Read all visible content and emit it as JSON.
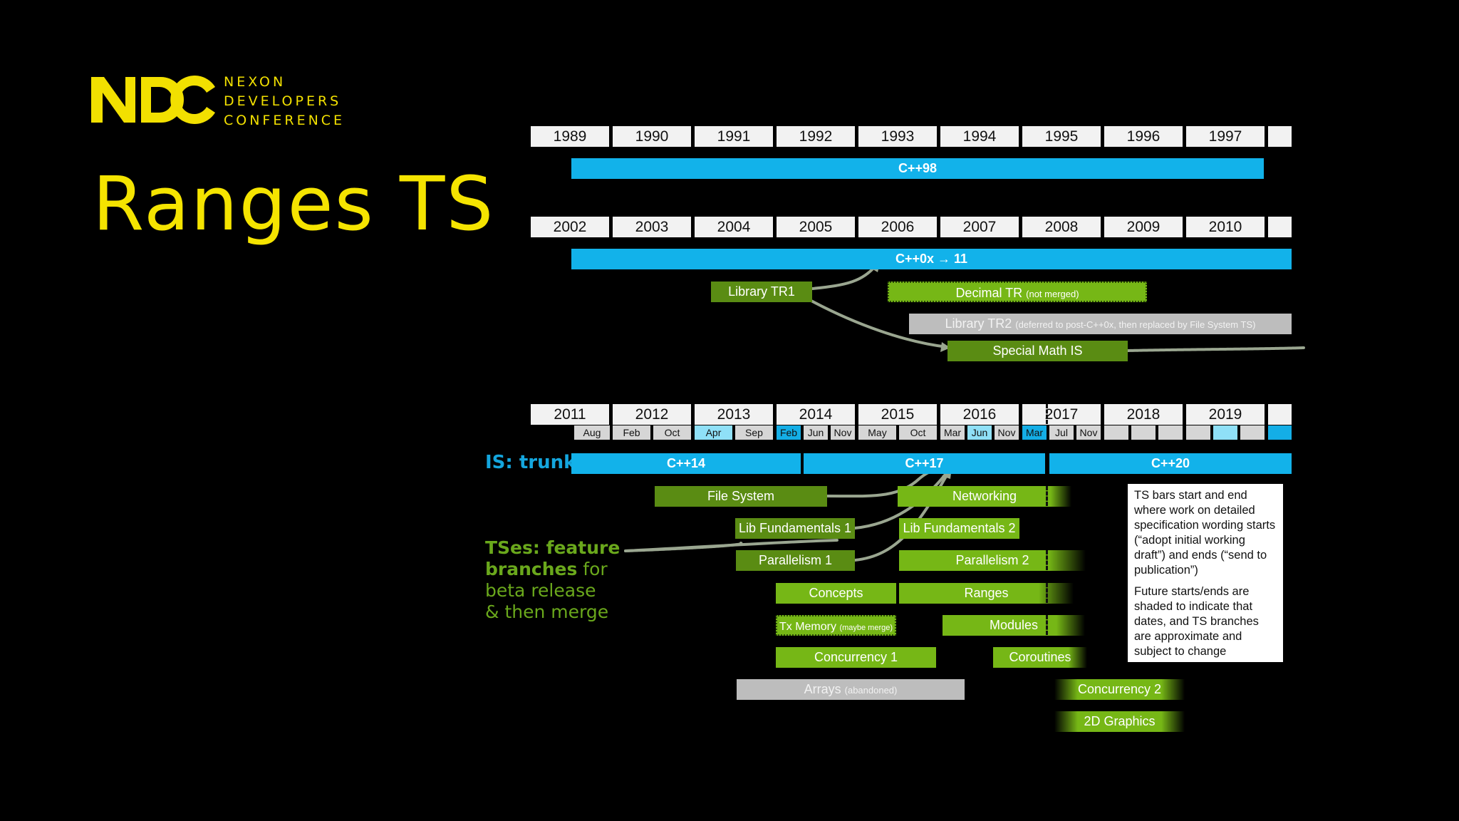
{
  "logo": {
    "mark": "NDC",
    "words": [
      "NEXON",
      "DEVELOPERS",
      "CONFERENCE"
    ]
  },
  "title": "Ranges TS",
  "timeline1": {
    "years": [
      "1989",
      "1990",
      "1991",
      "1992",
      "1993",
      "1994",
      "1995",
      "1996",
      "1997",
      ""
    ],
    "trunk": "C++98"
  },
  "timeline2": {
    "years": [
      "2002",
      "2003",
      "2004",
      "2005",
      "2006",
      "2007",
      "2008",
      "2009",
      "2010",
      ""
    ],
    "trunk": "C++0x → 11",
    "bars": {
      "library_tr1": "Library TR1",
      "decimal_tr": "Decimal TR",
      "decimal_tr_note": "(not merged)",
      "library_tr2": "Library TR2",
      "library_tr2_note": "(deferred to post-C++0x, then replaced by File System TS)",
      "special_math": "Special Math IS"
    }
  },
  "timeline3": {
    "years": [
      "2011",
      "2012",
      "2013",
      "2014",
      "2015",
      "2016",
      "2017",
      "2018",
      "2019",
      ""
    ],
    "months": [
      "Aug",
      "Feb",
      "Oct",
      "Apr",
      "Sep",
      "Feb",
      "Jun",
      "Nov",
      "May",
      "Oct",
      "Mar",
      "Jun",
      "Nov",
      "Mar",
      "Jul",
      "Nov"
    ],
    "trunk_label": "IS: trunk",
    "trunks": [
      "C++14",
      "C++17",
      "C++20"
    ],
    "tses_label": {
      "bold": "TSes: feature",
      "line2_bold": "branches",
      "line2_rest": " for",
      "line3": "beta release",
      "line4": "& then merge"
    },
    "bars": {
      "file_system": "File System",
      "networking": "Networking",
      "lib_fundamentals_1": "Lib Fundamentals 1",
      "lib_fundamentals_2": "Lib Fundamentals 2",
      "parallelism_1": "Parallelism 1",
      "parallelism_2": "Parallelism 2",
      "concepts": "Concepts",
      "ranges": "Ranges",
      "tx_memory": "Tx Memory",
      "tx_memory_note": "(maybe merge)",
      "modules": "Modules",
      "concurrency_1": "Concurrency 1",
      "coroutines": "Coroutines",
      "arrays": "Arrays",
      "arrays_note": "(abandoned)",
      "concurrency_2": "Concurrency 2",
      "graphics_2d": "2D Graphics"
    }
  },
  "note": {
    "p1": "TS bars start and end where work on detailed specification wording starts (“adopt initial working draft”) and ends (“send to publication”)",
    "p2": "Future starts/ends are shaded to indicate that dates, and TS branches are approximate and subject to change"
  },
  "colors": {
    "trunk": "#12b2ea",
    "ts_green": "#76b716",
    "ts_dark_green": "#5a8c13",
    "abandoned": "#bdbdbd",
    "title": "#f5e400"
  }
}
